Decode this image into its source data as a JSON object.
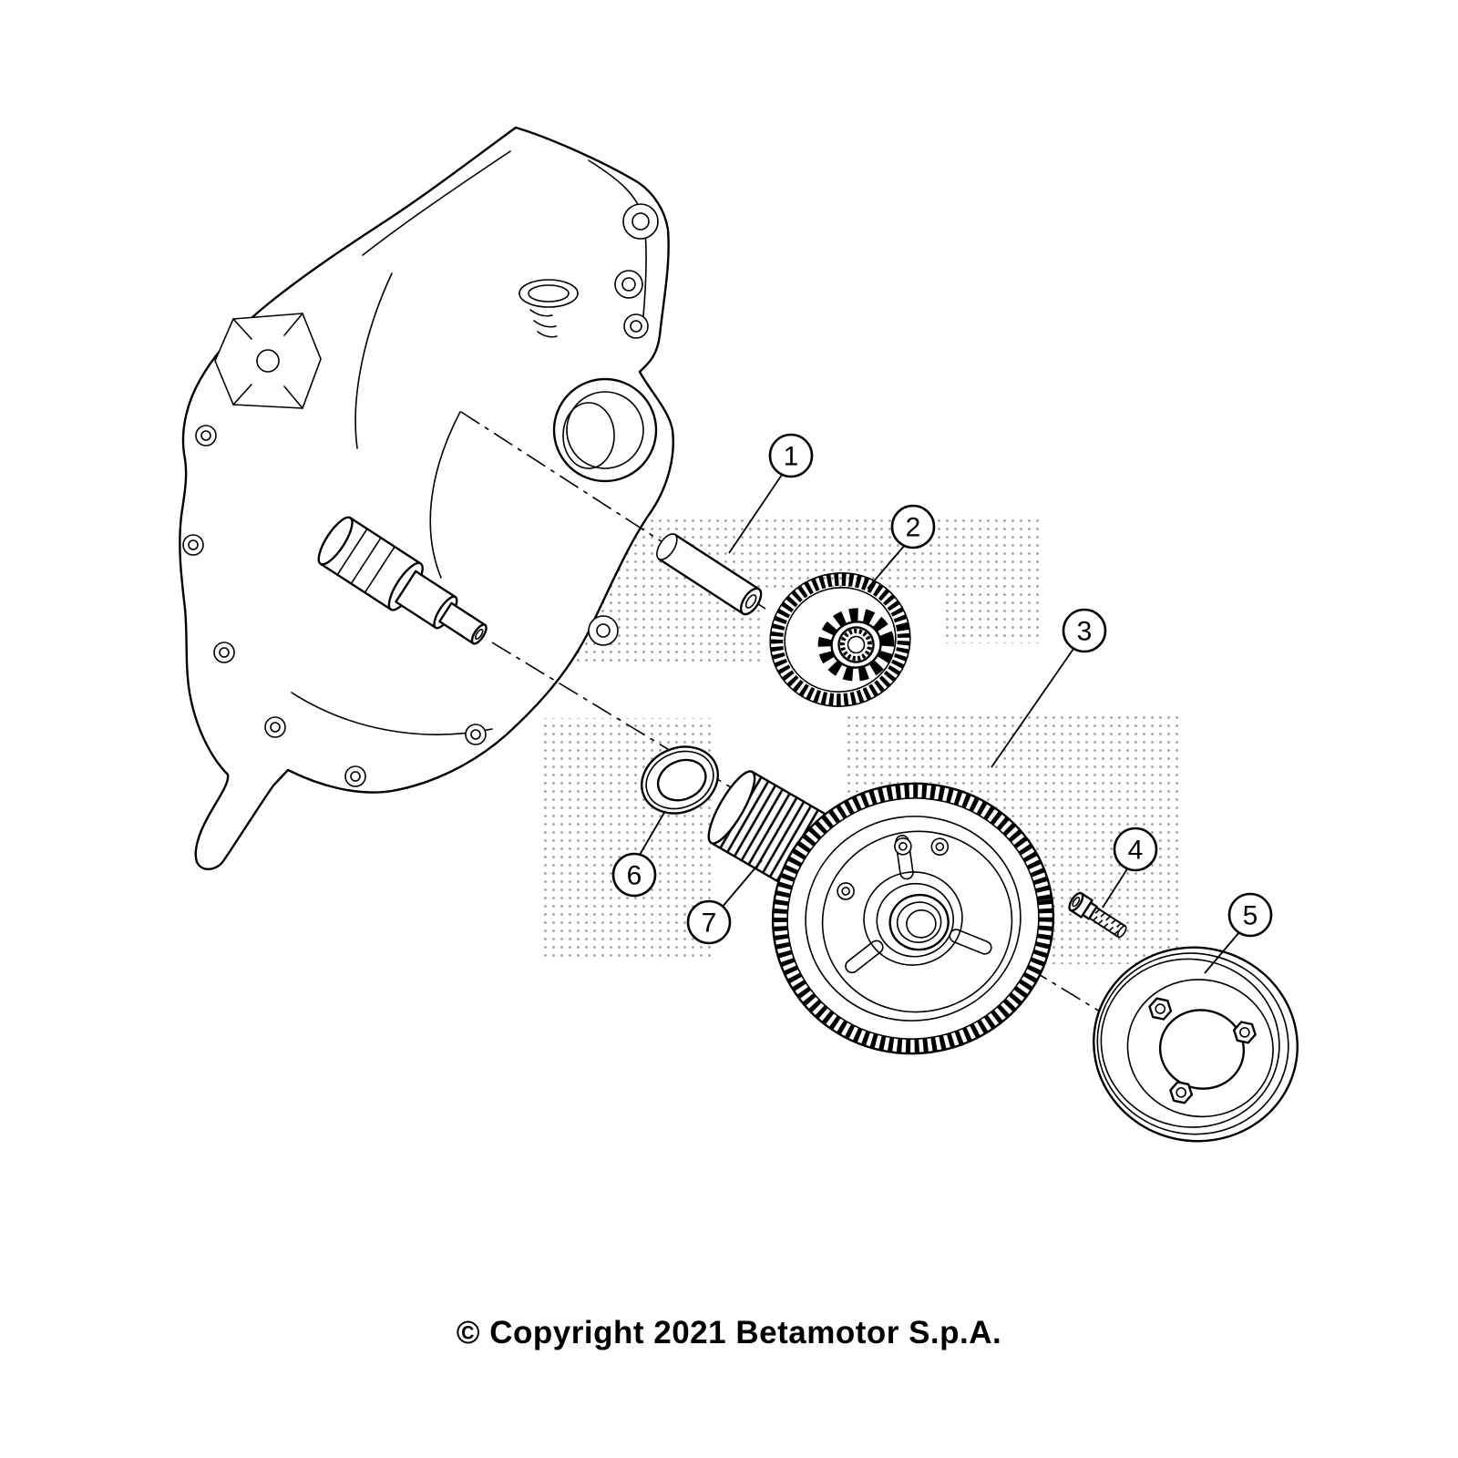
{
  "diagram": {
    "callouts": [
      {
        "number": "1"
      },
      {
        "number": "2"
      },
      {
        "number": "3"
      },
      {
        "number": "4"
      },
      {
        "number": "5"
      },
      {
        "number": "6"
      },
      {
        "number": "7"
      }
    ],
    "copyright_text": "© Copyright 2021 Betamotor S.p.A.",
    "colors": {
      "line": "#000000",
      "background": "#ffffff",
      "watermark_dot": "#3a3a3a"
    }
  }
}
